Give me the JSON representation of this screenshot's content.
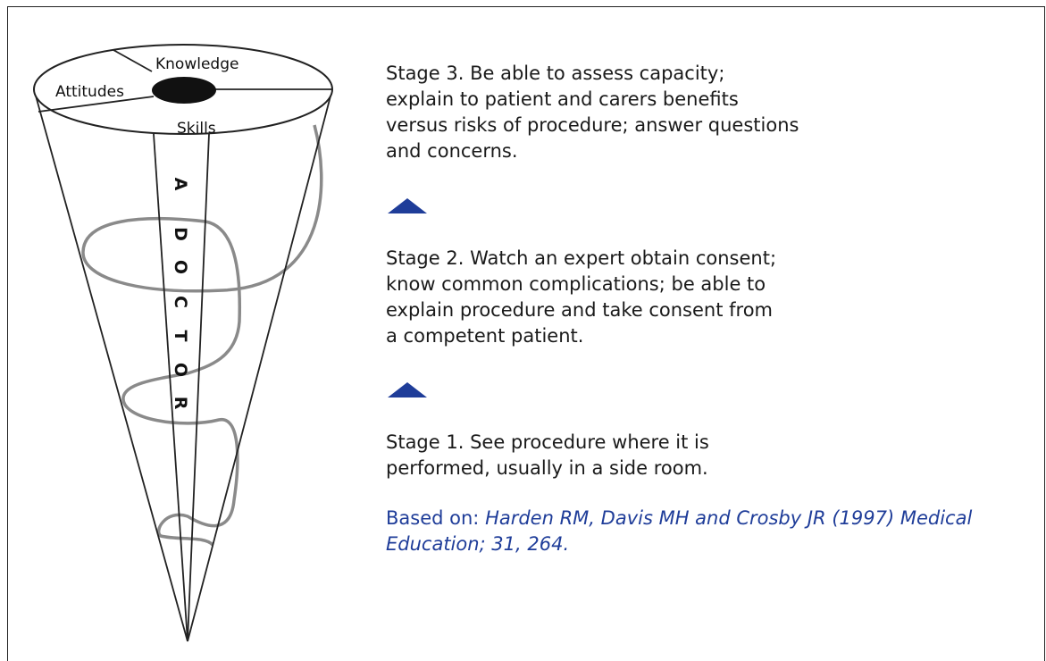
{
  "cone": {
    "top_segments": [
      "Knowledge",
      "Attitudes",
      "Skills"
    ],
    "spine_letters": [
      "A",
      "D",
      "O",
      "C",
      "T",
      "O",
      "R"
    ]
  },
  "stages": [
    {
      "id": "stage3",
      "text": "Stage 3. Be able to assess capacity;\nexplain to patient and carers benefits\nversus risks of procedure; answer questions\nand concerns."
    },
    {
      "id": "stage2",
      "text": "Stage 2. Watch an expert obtain consent;\nknow common complications; be able to\nexplain procedure and take consent from\na competent patient."
    },
    {
      "id": "stage1",
      "text": "Stage 1. See procedure where it is\nperformed, usually in a side room."
    }
  ],
  "citation": {
    "prefix": "Based on: ",
    "reference": "Harden RM, Davis MH and Crosby JR (1997) Medical Education; 31, 264."
  },
  "colors": {
    "accent_blue": "#1f3d99",
    "spiral_gray": "#8a8a8a",
    "ink": "#111111"
  },
  "icons": [
    "up-arrow-icon",
    "up-arrow-icon"
  ]
}
